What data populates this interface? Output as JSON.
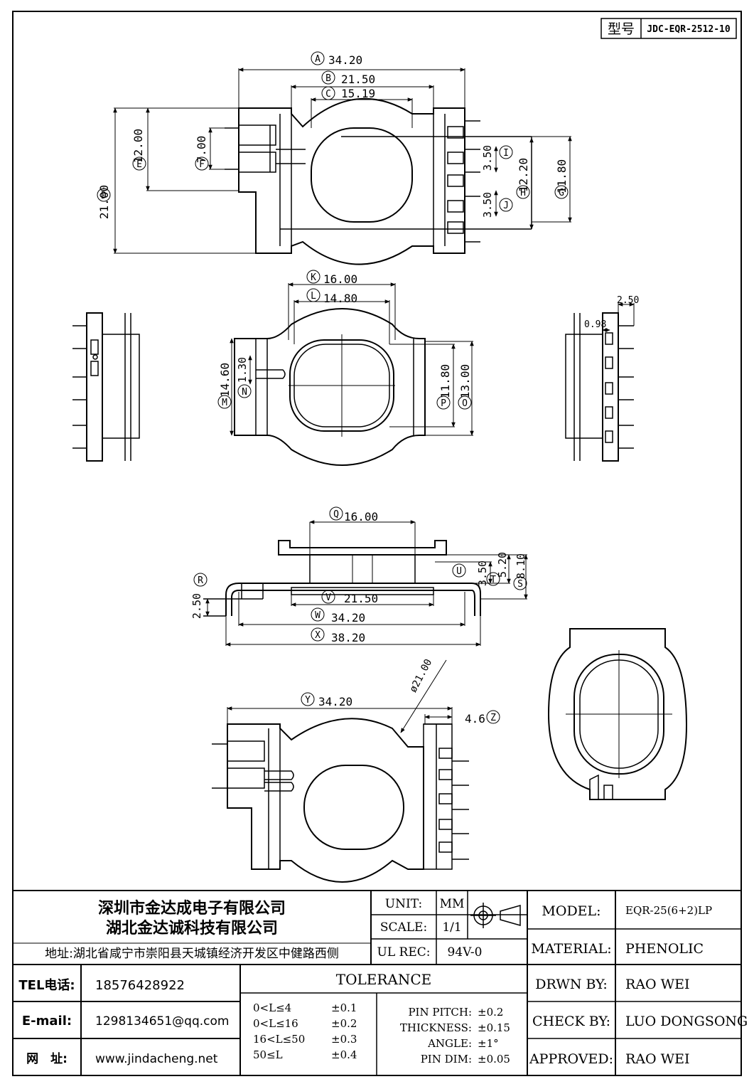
{
  "model_box": {
    "label": "型号",
    "value": "JDC-EQR-2512-10"
  },
  "dims": {
    "A": "34.20",
    "B": "21.50",
    "C": "15.19",
    "D": "21.00",
    "E": "12.00",
    "F": "7.00",
    "G": "11.80",
    "H": "12.20",
    "I": "3.50",
    "J": "3.50",
    "K": "16.00",
    "L": "14.80",
    "M": "14.60",
    "N": "1.30",
    "O": "13.00",
    "P": "11.80",
    "Q": "16.00",
    "R": "2.50",
    "S": "8.10",
    "T": "5.20",
    "U": "3.50",
    "V": "21.50",
    "W": "34.20",
    "X": "38.20",
    "Y": "34.20",
    "Z": "4.6",
    "phi": "ø21.00",
    "side_w": "2.50",
    "side_t": "0.98"
  },
  "letters": [
    "A",
    "B",
    "C",
    "D",
    "E",
    "F",
    "G",
    "H",
    "I",
    "J",
    "K",
    "L",
    "M",
    "N",
    "O",
    "P",
    "Q",
    "R",
    "S",
    "T",
    "U",
    "V",
    "W",
    "X",
    "Y",
    "Z"
  ],
  "company": {
    "name1": "深圳市金达成电子有限公司",
    "name2": "湖北金达诚科技有限公司",
    "address": "地址:湖北省咸宁市崇阳县天城镇经济开发区中健路西侧",
    "tel_label": "TEL电话:",
    "tel": "18576428922",
    "email_label": "E-mail:",
    "email": "1298134651@qq.com",
    "web_label": "网　址:",
    "web": "www.jindacheng.net"
  },
  "unit": {
    "label": "UNIT:",
    "value": "MM"
  },
  "scale": {
    "label": "SCALE:",
    "value": "1/1"
  },
  "ul": {
    "label": "UL REC:",
    "value": "94V-0"
  },
  "tolerance": {
    "title": "TOLERANCE",
    "ranges": [
      {
        "range": "0<L≤4",
        "tol": "±0.1"
      },
      {
        "range": "0<L≤16",
        "tol": "±0.2"
      },
      {
        "range": "16<L≤50",
        "tol": "±0.3"
      },
      {
        "range": "50≤L",
        "tol": "±0.4"
      }
    ],
    "specs": [
      {
        "name": "PIN PITCH:",
        "tol": "±0.2"
      },
      {
        "name": "THICKNESS:",
        "tol": "±0.15"
      },
      {
        "name": "ANGLE:",
        "tol": "±1°"
      },
      {
        "name": "PIN DIM:",
        "tol": "±0.05"
      }
    ]
  },
  "titleblock": {
    "model_label": "MODEL:",
    "model": "EQR-25(6+2)LP",
    "material_label": "MATERIAL:",
    "material": "PHENOLIC",
    "drawn_label": "DRWN BY:",
    "drawn": "RAO WEI",
    "check_label": "CHECK BY:",
    "check": "LUO DONGSONG",
    "approved_label": "APPROVED:",
    "approved": "RAO WEI"
  }
}
